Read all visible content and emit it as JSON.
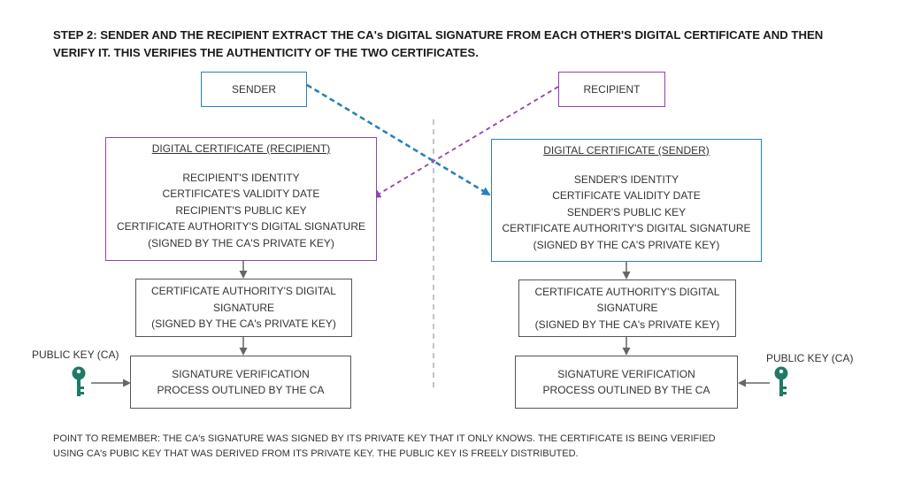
{
  "title": {
    "line1": "STEP 2: SENDER AND THE RECIPIENT EXTRACT THE CA's DIGITAL SIGNATURE FROM EACH OTHER'S DIGITAL CERTIFICATE AND THEN",
    "line2": "VERIFY IT. THIS VERIFIES THE AUTHENTICITY OF THE TWO CERTIFICATES."
  },
  "sender": {
    "label": "SENDER"
  },
  "recipient": {
    "label": "RECIPIENT"
  },
  "left": {
    "cert_title": "DIGITAL CERTIFICATE (RECIPIENT)",
    "cert_lines": [
      "RECIPIENT'S IDENTITY",
      "CERTIFICATE'S VALIDITY DATE",
      "RECIPIENT'S  PUBLIC KEY",
      "CERTIFICATE AUTHORITY'S DIGITAL SIGNATURE",
      "(SIGNED BY THE CA'S PRIVATE KEY)"
    ],
    "signature_lines": [
      "CERTIFICATE AUTHORITY'S DIGITAL",
      "SIGNATURE",
      "(SIGNED BY THE CA's PRIVATE KEY)"
    ],
    "verify_lines": [
      "SIGNATURE VERIFICATION",
      "PROCESS OUTLINED BY THE CA"
    ],
    "key_label": "PUBLIC KEY (CA)"
  },
  "right": {
    "cert_title": "DIGITAL CERTIFICATE (SENDER)",
    "cert_lines": [
      "SENDER'S IDENTITY",
      "CERTIFICATE VALIDITY DATE",
      "SENDER'S PUBLIC KEY",
      "CERTIFICATE AUTHORITY'S  DIGITAL SIGNATURE",
      "(SIGNED BY THE CA'S PRIVATE KEY)"
    ],
    "signature_lines": [
      "CERTIFICATE AUTHORITY'S DIGITAL",
      "SIGNATURE",
      "(SIGNED BY THE CA's PRIVATE KEY)"
    ],
    "verify_lines": [
      "SIGNATURE VERIFICATION",
      "PROCESS OUTLINED BY THE CA"
    ],
    "key_label": "PUBLIC KEY (CA)"
  },
  "note": {
    "line1": "POINT TO REMEMBER: THE CA's SIGNATURE WAS SIGNED BY ITS PRIVATE KEY THAT IT ONLY KNOWS. THE CERTIFICATE IS BEING VERIFIED",
    "line2": "USING CA's PUBIC KEY THAT WAS DERIVED FROM ITS PRIVATE KEY. THE PUBLIC KEY IS FREELY DISTRIBUTED."
  },
  "colors": {
    "sender_blue": "#2a80b9",
    "recipient_purple": "#8e44ad",
    "key_green": "#1f7a66",
    "arrow_gray": "#666666",
    "divider_gray": "#aaaaaa"
  },
  "icons": {
    "key": "key-icon"
  }
}
